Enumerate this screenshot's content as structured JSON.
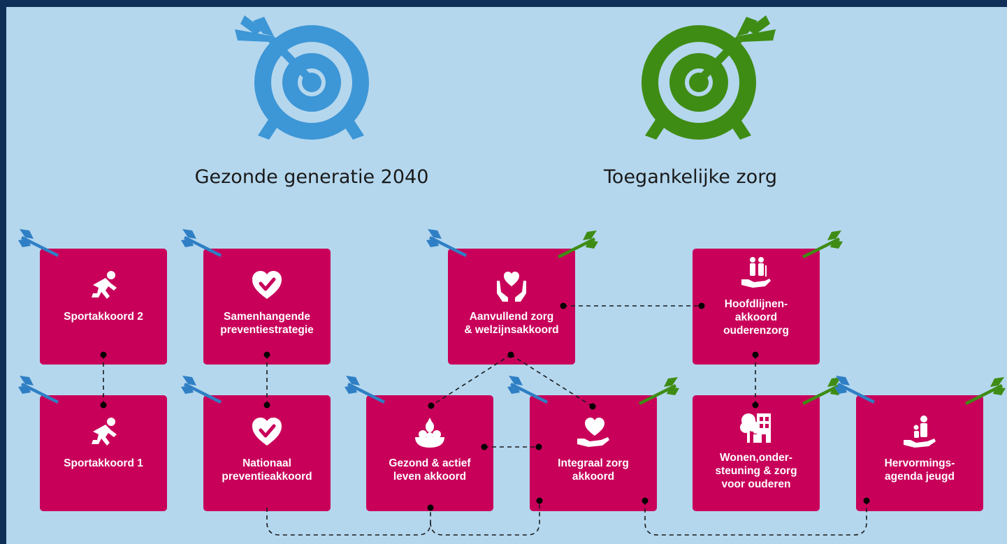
{
  "colors": {
    "frame": "#0d2f58",
    "background": "#b4d7ee",
    "card": "#c8005a",
    "goal_blue": "#3d96d6",
    "goal_green": "#3f8c14"
  },
  "goals": [
    {
      "title": "Gezonde generatie 2040",
      "icon": "target-arrow-icon",
      "color": "#3d96d6"
    },
    {
      "title": "Toegankelijke zorg",
      "icon": "target-arrow-icon",
      "color": "#3f8c14"
    }
  ],
  "agreements": [
    {
      "label": "Sportakkoord 2",
      "icon": "runner-start-icon",
      "goals": [
        "blue"
      ]
    },
    {
      "label": "Samenhangende\npreventiestrategie",
      "icon": "heart-check-icon",
      "goals": [
        "blue"
      ]
    },
    {
      "label": "Aanvullend zorg\n& welzijnsakkoord",
      "icon": "hands-heart-icon",
      "goals": [
        "blue",
        "green"
      ]
    },
    {
      "label": "Hoofdlijnen-\nakkoord\nouderenzorg",
      "icon": "elderly-hand-icon",
      "goals": [
        "green"
      ]
    },
    {
      "label": "Sportakkoord 1",
      "icon": "runner-start-icon",
      "goals": [
        "blue"
      ]
    },
    {
      "label": "Nationaal\npreventieakkoord",
      "icon": "heart-check-icon",
      "goals": [
        "blue"
      ]
    },
    {
      "label": "Gezond & actief\nleven akkoord",
      "icon": "fruit-bowl-icon",
      "goals": [
        "blue"
      ]
    },
    {
      "label": "Integraal zorg\nakkoord",
      "icon": "heart-hand-icon",
      "goals": [
        "blue",
        "green"
      ]
    },
    {
      "label": "Wonen,onder-\nsteuning & zorg\nvoor ouderen",
      "icon": "tree-building-icon",
      "goals": [
        "green"
      ]
    },
    {
      "label": "Hervormings-\nagenda jeugd",
      "icon": "parent-child-hand-icon",
      "goals": [
        "blue",
        "green"
      ]
    }
  ],
  "connections": [
    [
      "Sportakkoord 2",
      "Sportakkoord 1"
    ],
    [
      "Samenhangende preventiestrategie",
      "Nationaal preventieakkoord"
    ],
    [
      "Aanvullend zorg & welzijnsakkoord",
      "Hoofdlijnenakkoord ouderenzorg"
    ],
    [
      "Aanvullend zorg & welzijnsakkoord",
      "Gezond & actief leven akkoord"
    ],
    [
      "Aanvullend zorg & welzijnsakkoord",
      "Integraal zorg akkoord"
    ],
    [
      "Hoofdlijnenakkoord ouderenzorg",
      "Wonen, ondersteuning & zorg voor ouderen"
    ],
    [
      "Gezond & actief leven akkoord",
      "Integraal zorg akkoord"
    ],
    [
      "Nationaal preventieakkoord",
      "Gezond & actief leven akkoord"
    ],
    [
      "Gezond & actief leven akkoord",
      "Integraal zorg akkoord"
    ],
    [
      "Integraal zorg akkoord",
      "Hervormingsagenda jeugd"
    ]
  ]
}
